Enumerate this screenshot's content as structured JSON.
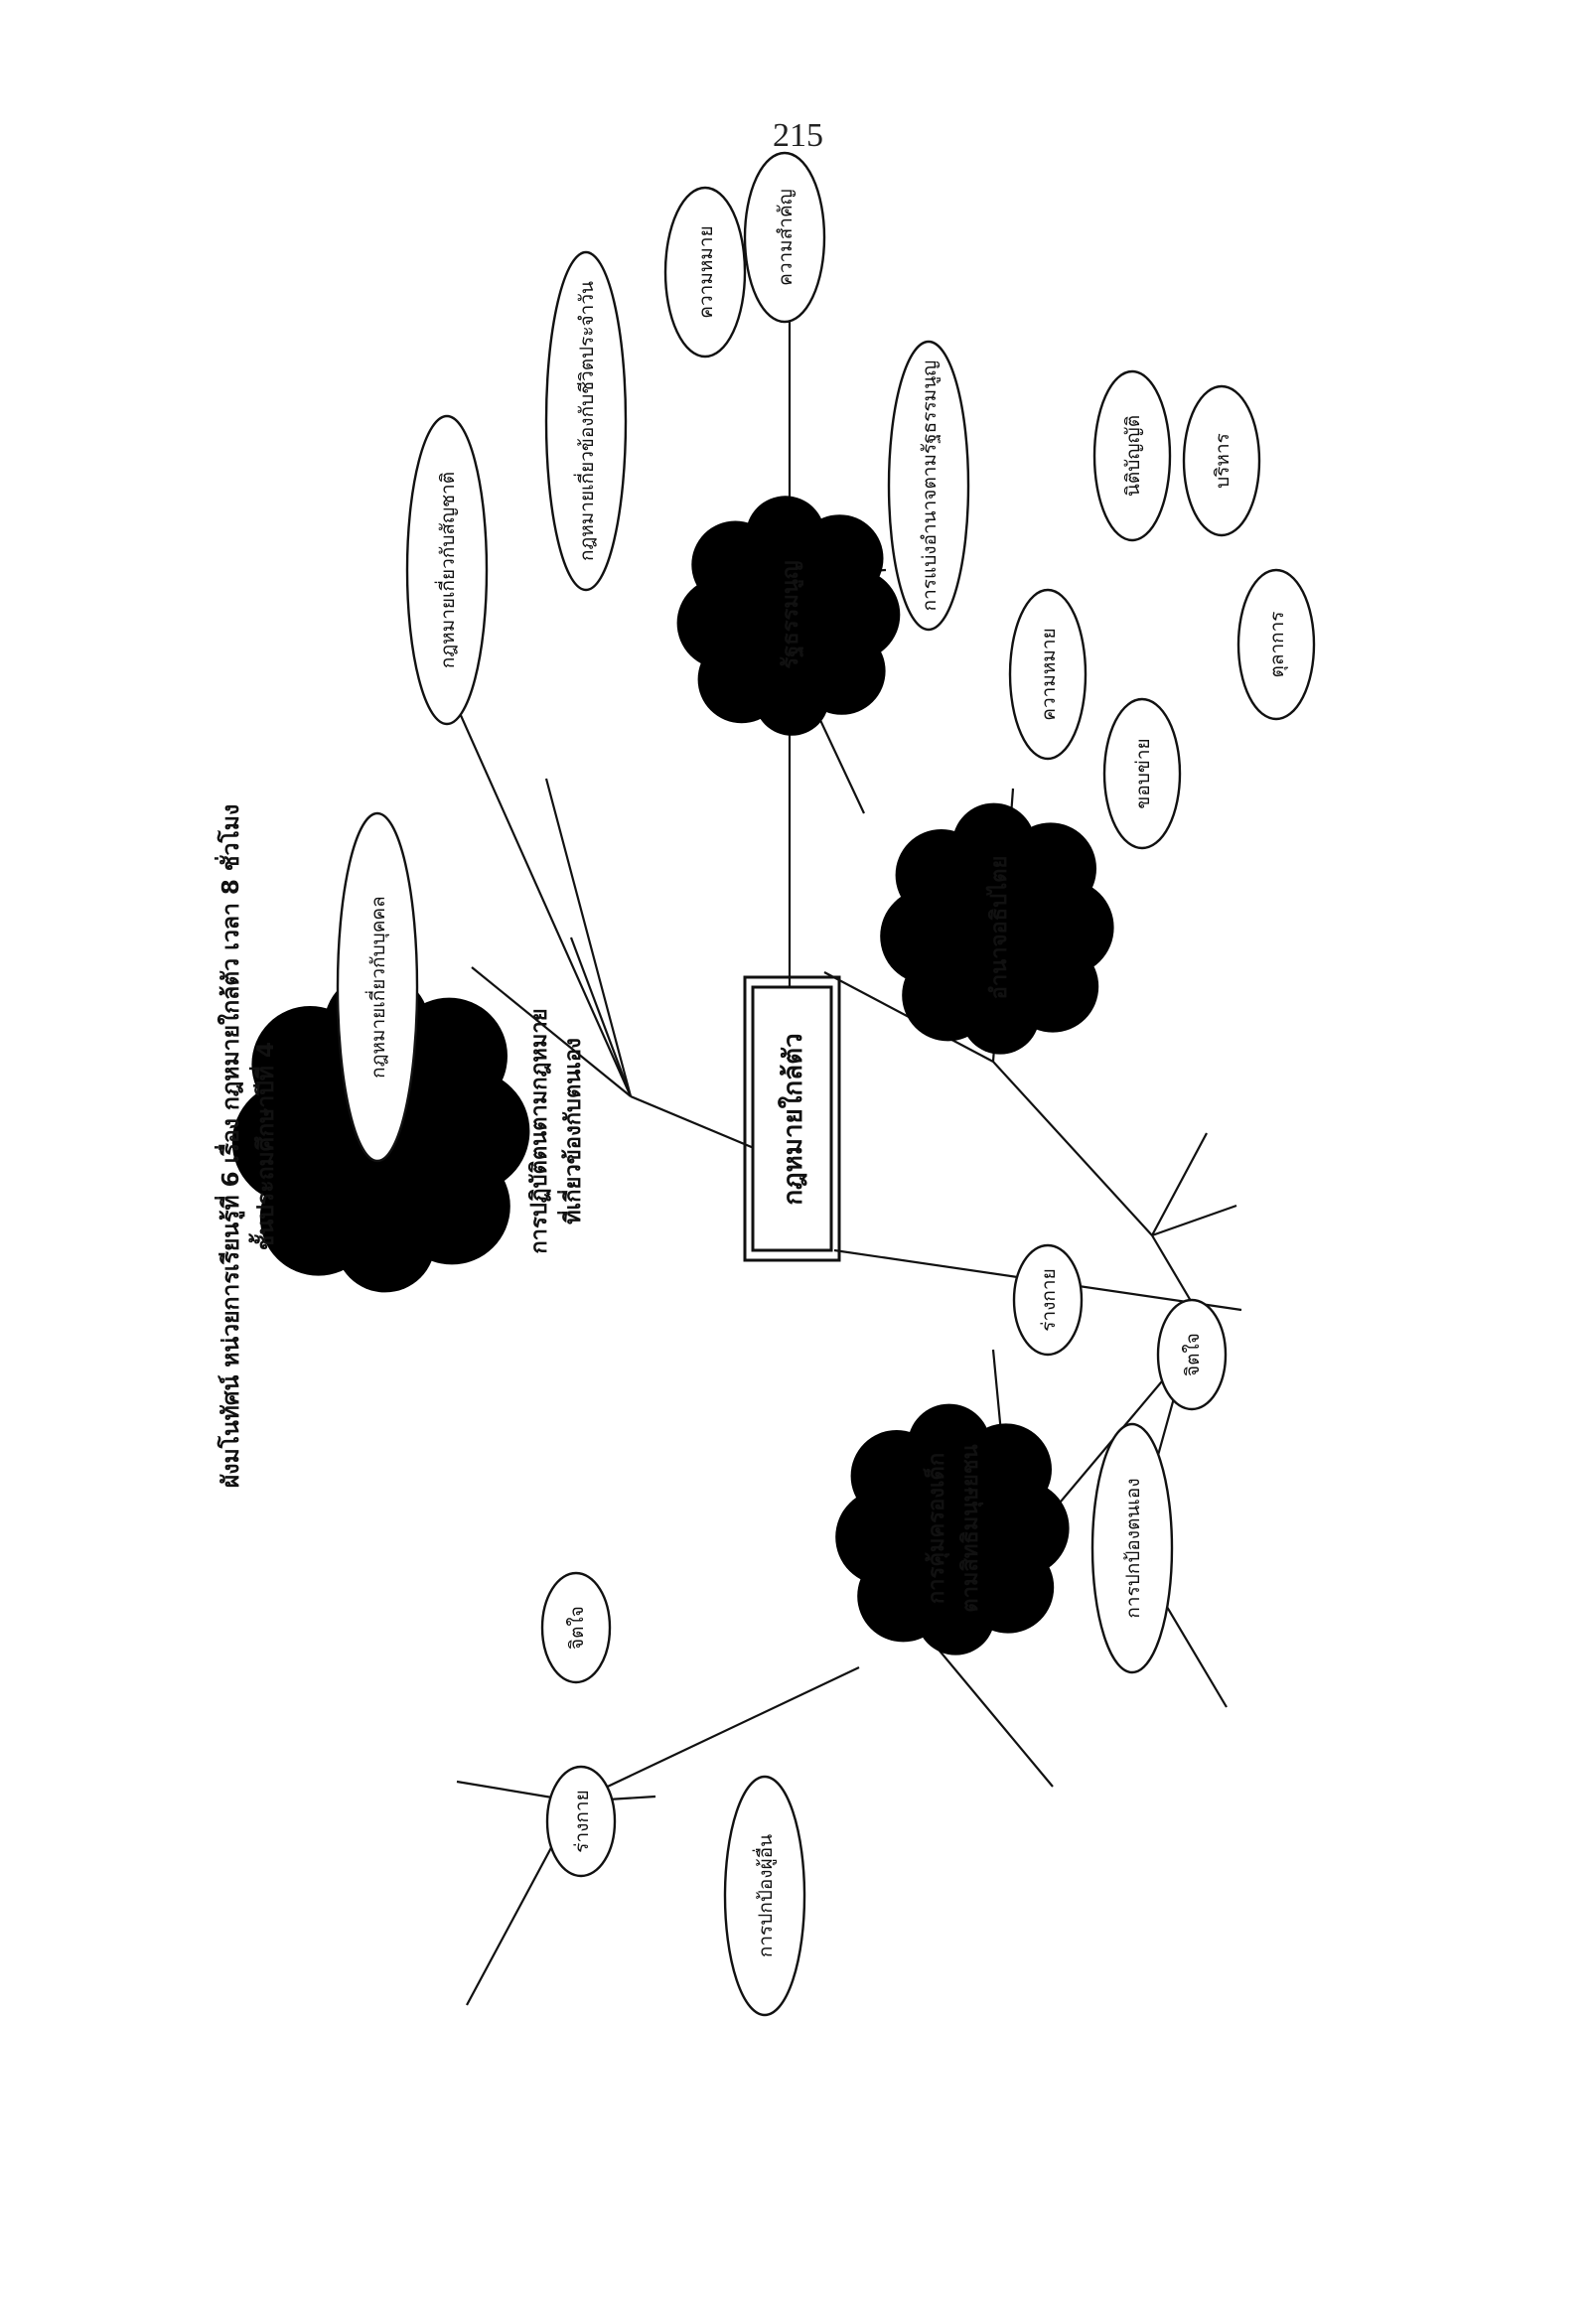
{
  "page_number": "215",
  "title": {
    "line1": "ผังมโนทัศน์ หน่วยการเรียนรู้ที่ 6 เรื่อง กฎหมายใกล้ตัว เวลา 8 ชั่วโมง",
    "line2": "ชั้นประถมศึกษาปีที่ 4"
  },
  "center": "กฎหมายใกล้ตัว",
  "branches": {
    "practice": {
      "line1": "การปฏิบัติตนตามกฎหมาย",
      "line2": "ที่เกี่ยวข้องกับตนเอง",
      "items": [
        "กฎหมายเกี่ยวกับบุคคล",
        "กฎหมายเกี่ยวกับสัญชาติ",
        "กฎหมายเกี่ยวข้องกับชีวิตประจำวัน"
      ]
    },
    "constitution": {
      "label": "รัฐธรรมนูญ",
      "items": [
        "ความหมาย",
        "ความสำคัญ",
        "การแบ่งอำนาจตามรัฐธรรมนูญ"
      ]
    },
    "sovereignty": {
      "label": "อำนาจอธิปไตย",
      "meaning": "ความหมาย",
      "scope": "ขอบข่าย",
      "scope_items": [
        "นิติบัญญัติ",
        "บริหาร",
        "ตุลาการ"
      ]
    },
    "child_protection": {
      "line1": "การคุ้มครองเด็ก",
      "line2": "ตามสิทธิมนุษยชน",
      "self": {
        "label": "การปกป้องตนเอง",
        "items": [
          "ร่างกาย",
          "จิตใจ"
        ]
      },
      "others": {
        "label": "การปกป้องผู้อื่น",
        "items": [
          "จิตใจ",
          "ร่างกาย"
        ]
      }
    }
  }
}
